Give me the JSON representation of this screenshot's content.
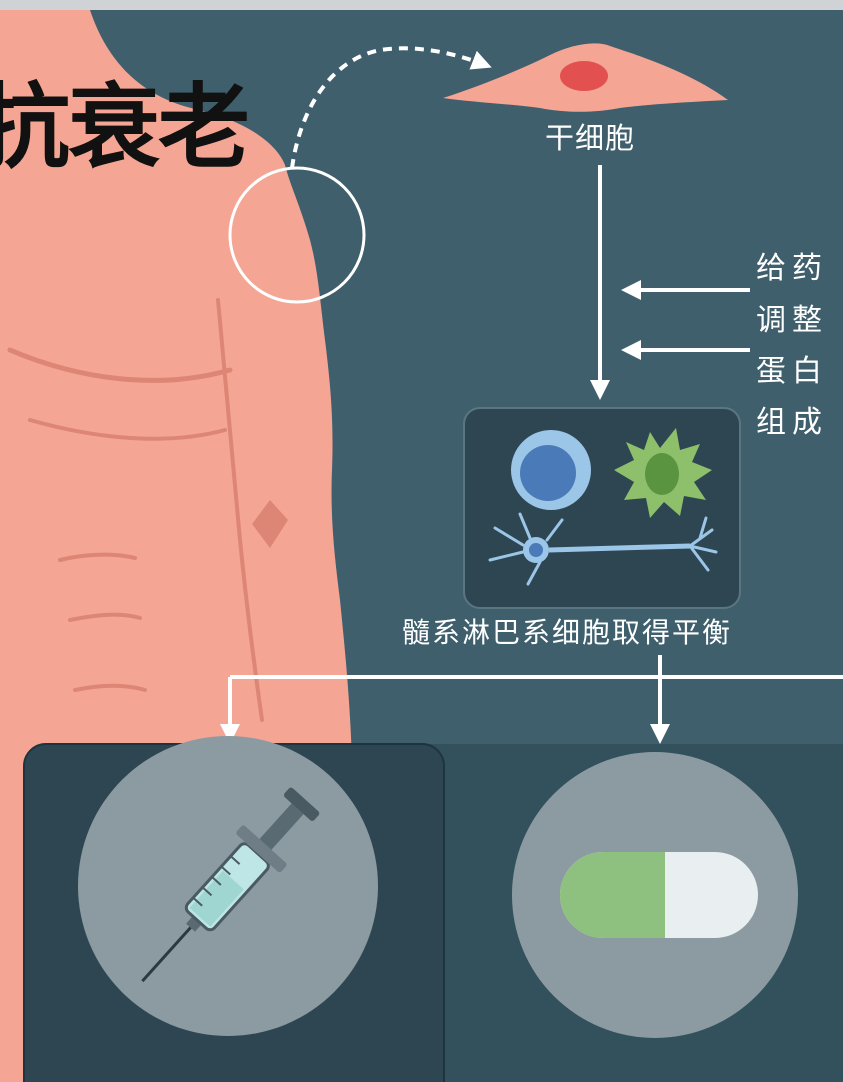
{
  "title": "抗衰老",
  "labels": {
    "stem_cell": "干细胞",
    "drug_line1": "给药",
    "drug_line2": "调整",
    "drug_line3": "蛋白",
    "drug_line4": "组成",
    "balance": "髓系淋巴系细胞取得平衡"
  },
  "colors": {
    "background": "#3f5f6d",
    "skin": "#f4a593",
    "arrow": "#ffffff",
    "panel_dark": "#2d4652",
    "circle_grey": "#8c9ba2",
    "pill_green": "#8ec07f",
    "pill_white": "#e9eef0"
  },
  "icons": [
    "stem-cell-icon",
    "immune-cells-icon",
    "syringe-icon",
    "pill-icon"
  ]
}
